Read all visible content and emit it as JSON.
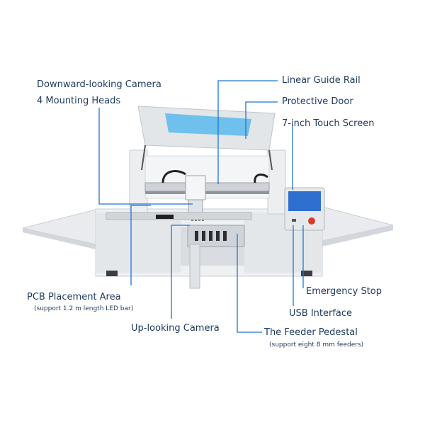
{
  "callouts": {
    "downward_camera": "Downward-looking Camera",
    "mounting_heads": "4 Mounting Heads",
    "linear_guide_rail": "Linear Guide Rail",
    "protective_door": "Protective Door",
    "touch_screen": "7-inch Touch Screen",
    "pcb_area": "PCB Placement Area",
    "pcb_area_note": "(support 1.2 m length LED bar)",
    "uplooking_camera": "Up-looking Camera",
    "emergency_stop": "Emergency Stop",
    "usb_interface": "USB Interface",
    "feeder_pedestal": "The Feeder Pedestal",
    "feeder_pedestal_note": "(support eight 8 mm feeders)"
  },
  "colors": {
    "leader_line": "#1f75d6",
    "label_text": "#1d3a5f",
    "machine_body": "#e9ebee",
    "machine_shadow": "#c9ced4",
    "door_tint": "#5bb8ec",
    "screen": "#2f6fd0",
    "estop": "#d83a2e"
  }
}
